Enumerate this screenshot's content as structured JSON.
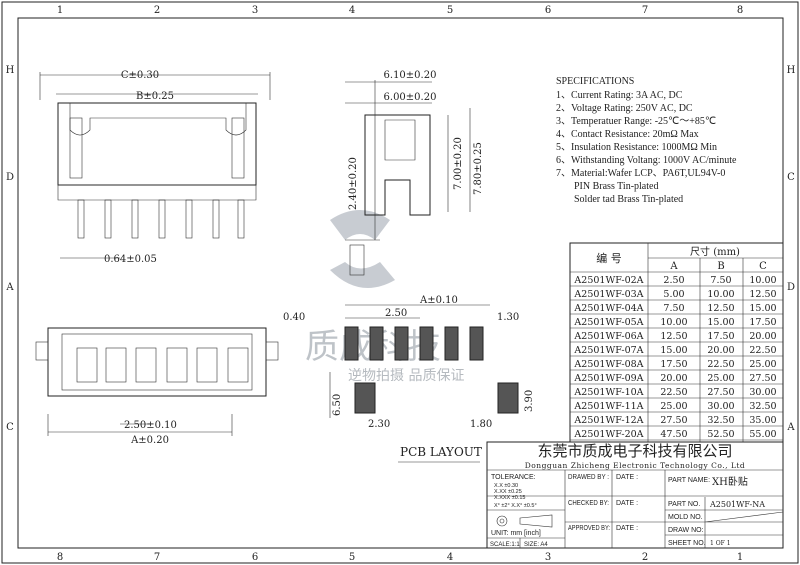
{
  "frame": {
    "cols_top": [
      "1",
      "2",
      "3",
      "4",
      "5",
      "6",
      "7",
      "8"
    ],
    "cols_bottom": [
      "8",
      "7",
      "6",
      "5",
      "4",
      "3",
      "2",
      "1"
    ],
    "rows_left": [
      "H",
      "D",
      "A",
      "C"
    ],
    "rows_right": [
      "H",
      "C",
      "D",
      "A"
    ]
  },
  "dims": {
    "front_c": "C±0.30",
    "front_b": "B±0.25",
    "pin_pitch": "0.64±0.05",
    "side_w1": "6.10±0.20",
    "side_w2": "6.00±0.20",
    "side_h1": "2.40±0.20",
    "side_h2": "7.00±0.20",
    "side_h3": "7.80±0.25",
    "top_pitch": "2.50±0.10",
    "top_a": "A±0.20",
    "top_h": "6.50",
    "top_w": "0.40",
    "pcb_a": "A±0.10",
    "pcb_p": "2.50",
    "pcb_w": "1.30",
    "pcb_w2": "2.30",
    "pcb_w3": "1.80",
    "pcb_h": "3.90"
  },
  "watermark": {
    "main": "质成科技",
    "sub": "逆物拍摄 品质保证"
  },
  "specs": {
    "title": "SPECIFICATIONS",
    "items": [
      "1、Current Rating: 3A AC, DC",
      "2、Voltage Rating: 250V AC, DC",
      "3、Temperatuer Range: -25℃～+85℃",
      "4、Contact Resistance: 20mΩ Max",
      "5、Insulation Resistance: 1000MΩ Min",
      "6、Withstanding Voltang: 1000V AC/minute",
      "7、Material:Wafer LCP、PA6T,UL94V-0",
      "PIN Brass Tin-plated",
      "Solder tad Brass Tin-plated"
    ]
  },
  "table": {
    "h_no": "编  号",
    "h_size": "尺寸 (mm)",
    "cols": [
      "A",
      "B",
      "C"
    ],
    "rows": [
      [
        "A2501WF-02A",
        "2.50",
        "7.50",
        "10.00"
      ],
      [
        "A2501WF-03A",
        "5.00",
        "10.00",
        "12.50"
      ],
      [
        "A2501WF-04A",
        "7.50",
        "12.50",
        "15.00"
      ],
      [
        "A2501WF-05A",
        "10.00",
        "15.00",
        "17.50"
      ],
      [
        "A2501WF-06A",
        "12.50",
        "17.50",
        "20.00"
      ],
      [
        "A2501WF-07A",
        "15.00",
        "20.00",
        "22.50"
      ],
      [
        "A2501WF-08A",
        "17.50",
        "22.50",
        "25.00"
      ],
      [
        "A2501WF-09A",
        "20.00",
        "25.00",
        "27.50"
      ],
      [
        "A2501WF-10A",
        "22.50",
        "27.50",
        "30.00"
      ],
      [
        "A2501WF-11A",
        "25.00",
        "30.00",
        "32.50"
      ],
      [
        "A2501WF-12A",
        "27.50",
        "32.50",
        "35.00"
      ],
      [
        "A2501WF-20A",
        "47.50",
        "52.50",
        "55.00"
      ]
    ]
  },
  "pcb_layout": "PCB LAYOUT",
  "title_block": {
    "company_cn": "东莞市质成电子科技有限公司",
    "company_en": "Dongguan Zhicheng Electronic Technology Co., Ltd",
    "tolerance": "TOLERANCE:",
    "tol1": "X.X    ±0.30",
    "tol2": "X.XX   ±0.25",
    "tol3": "X.XXX  ±0.15",
    "tol4": "X°  ±2°    X.X° ±0.5°",
    "unit": "UNIT: mm [inch]",
    "scale": "SCALE:1:1",
    "size": "SIZE: A4",
    "drawed": "DRAWED BY :",
    "checked": "CHECKED BY:",
    "approved": "APPROVED BY:",
    "date": "DATE :",
    "part_name_l": "PART NAME:",
    "part_name": "XH卧贴",
    "part_no_l": "PART NO.",
    "part_no": "A2501WF-NA",
    "mold_no_l": "MOLD NO.",
    "draw_no_l": "DRAW NO:",
    "sheet_no_l": "SHEET NO.",
    "sheet_no": "1 OF 1"
  }
}
